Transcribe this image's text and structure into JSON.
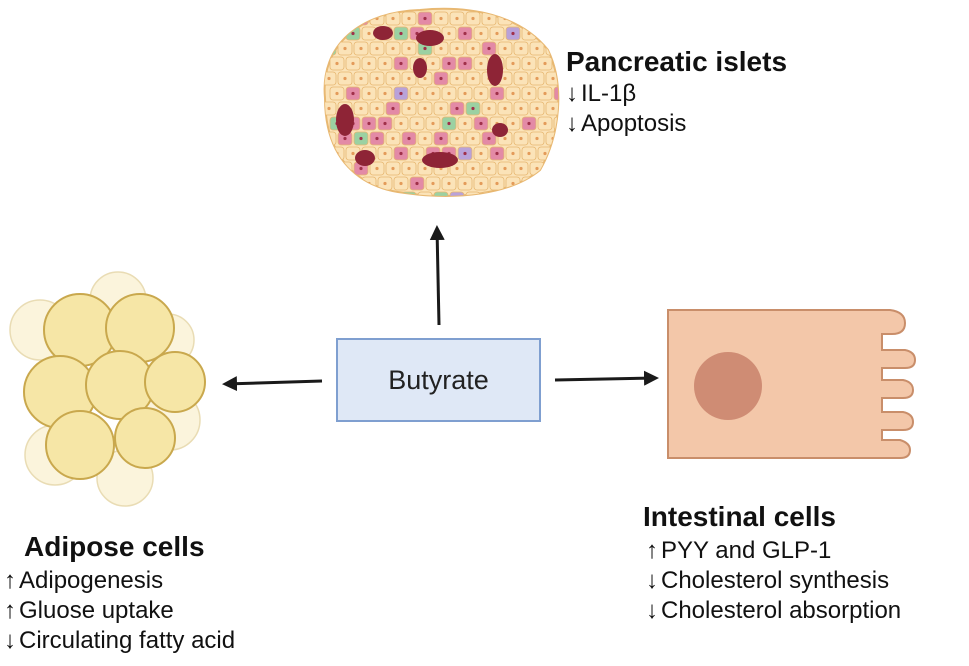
{
  "center": {
    "label": "Butyrate"
  },
  "targets": {
    "pancreas": {
      "title": "Pancreatic islets",
      "effects": [
        {
          "arrow": "↓",
          "direction": "down",
          "text": "IL-1β"
        },
        {
          "arrow": "↓",
          "direction": "down",
          "text": "Apoptosis"
        }
      ]
    },
    "adipose": {
      "title": "Adipose cells",
      "effects": [
        {
          "arrow": "↑",
          "direction": "up",
          "text": "Adipogenesis"
        },
        {
          "arrow": "↑",
          "direction": "up",
          "text": "Gluose uptake"
        },
        {
          "arrow": "↓",
          "direction": "down",
          "text": "Circulating fatty acid"
        }
      ]
    },
    "intestinal": {
      "title": "Intestinal cells",
      "effects": [
        {
          "arrow": "↑",
          "direction": "up",
          "text": "PYY and GLP-1"
        },
        {
          "arrow": "↓",
          "direction": "down",
          "text": "Cholesterol synthesis"
        },
        {
          "arrow": "↓",
          "direction": "down",
          "text": "Cholesterol absorption"
        }
      ]
    }
  },
  "colors": {
    "box_fill": "#dfe8f6",
    "box_border": "#7f9fd0",
    "adipocyte": "#f6e6a6",
    "intestinal_cell": "#f3c7a9",
    "nucleus": "#cf8c74",
    "islet_base": "#fbe3b8",
    "islet_pink": "#e38aa6",
    "islet_green": "#9bd1a2",
    "islet_purple": "#b9a2d9",
    "islet_dark": "#8e2436"
  }
}
